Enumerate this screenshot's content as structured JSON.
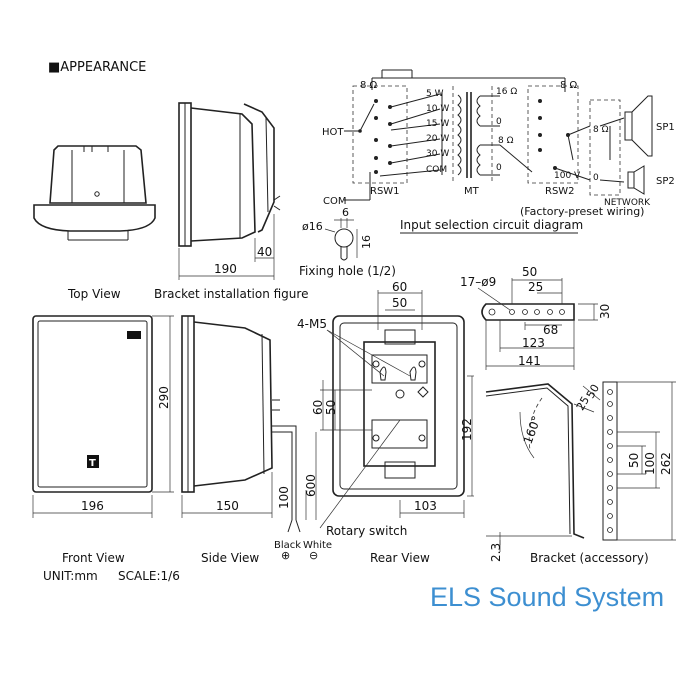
{
  "heading": "■APPEARANCE",
  "views": {
    "top": "Top View",
    "bracket_install": "Bracket installation figure",
    "front": "Front View",
    "side": "Side View",
    "rear": "Rear View",
    "bracket": "Bracket (accessory)"
  },
  "units": {
    "unit": "UNIT:mm",
    "scale": "SCALE:1/6"
  },
  "circuit": {
    "caption": "Input selection circuit diagram",
    "hot": "HOT",
    "com": "COM",
    "rsw1": "RSW1",
    "mt": "MT",
    "rsw2": "RSW2",
    "left_ohm": "8 Ω",
    "right_ohm": "8 Ω",
    "taps": [
      "5 W",
      "10 W",
      "15 W",
      "20 W",
      "30 W",
      "COM"
    ],
    "sec": [
      "16 Ω",
      "0",
      "8 Ω",
      "0"
    ],
    "v100": "100 V",
    "net_8": "8 Ω",
    "net_0": "0",
    "sp1": "SP1",
    "sp2": "SP2",
    "network": "NETWORK",
    "factory": "(Factory-preset wiring)"
  },
  "fixing": {
    "label": "Fixing hole (1/2)",
    "phi": "ø16",
    "w": "6",
    "h": "16"
  },
  "dims": {
    "b190": "190",
    "b40": "40",
    "h290": "290",
    "w196": "196",
    "w150": "150",
    "d60t": "60",
    "d50t": "50",
    "m5": "4-M5",
    "v60": "60",
    "v50": "50",
    "v192": "192",
    "w103": "103",
    "l600": "600",
    "l100": "100",
    "rotary": "Rotary switch",
    "black": "Black",
    "white": "White",
    "plus": "⊕",
    "minus": "⊖",
    "hole": "17–ø9",
    "s50": "50",
    "s25": "25",
    "s68": "68",
    "s30": "30",
    "s123": "123",
    "s141": "141",
    "a160": "160°",
    "r50": "50",
    "r25": "25",
    "v50b": "50",
    "v100": "100",
    "v262": "262",
    "t23": "2.3"
  },
  "logo_letter": "T",
  "watermark": "ELS Sound System"
}
